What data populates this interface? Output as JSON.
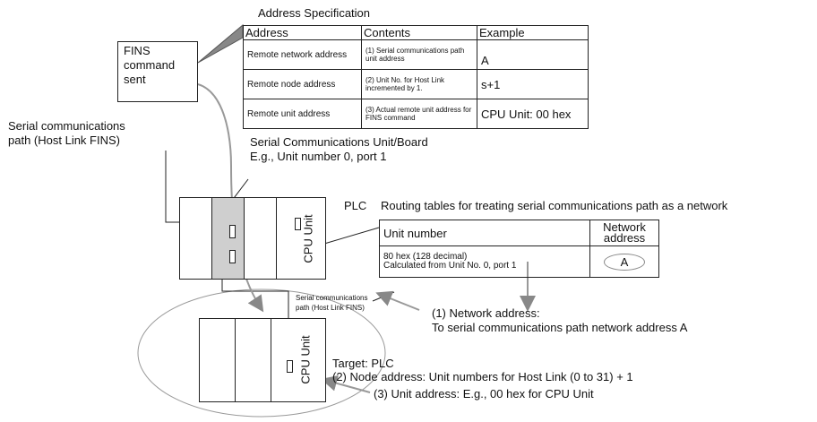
{
  "address_spec": {
    "title": "Address Specification",
    "headers": [
      "Address",
      "Contents",
      "Example"
    ],
    "rows": [
      {
        "address": "Remote network address",
        "contents": "(1) Serial communications path unit address",
        "example": "A"
      },
      {
        "address": "Remote node address",
        "contents": "(2) Unit No. for Host Link incremented by 1.",
        "example": "s+1"
      },
      {
        "address": "Remote unit address",
        "contents": "(3) Actual remote unit address for FINS command",
        "example": "CPU Unit: 00 hex"
      }
    ]
  },
  "fins_box": {
    "line1": "FINS",
    "line2": "command",
    "line3": "sent"
  },
  "serial_path": {
    "line1": "Serial communications",
    "line2": "path (Host Link FINS)"
  },
  "scu_label": {
    "line1": "Serial Communications Unit/Board",
    "line2": "E.g., Unit number 0, port 1"
  },
  "plc_label": "PLC",
  "cpu_unit_label": "CPU Unit",
  "routing": {
    "title": "Routing tables for treating serial communications path as a network",
    "col1": "Unit number",
    "col2_line1": "Network",
    "col2_line2": "address",
    "val1_line1": "80 hex (128 decimal)",
    "val1_line2": "Calculated from Unit No. 0, port 1",
    "val2": "A"
  },
  "serial_path_small": {
    "line1": "Serial communications",
    "line2": "path (Host Link FINS)"
  },
  "network_address": {
    "line1": "(1) Network address:",
    "line2": "To serial communications path network address A"
  },
  "target": {
    "line1": "Target: PLC",
    "line2": "(2) Node address: Unit numbers for Host Link (0 to 31) + 1",
    "line3": "(3) Unit address: E.g., 00 hex for CPU Unit"
  }
}
